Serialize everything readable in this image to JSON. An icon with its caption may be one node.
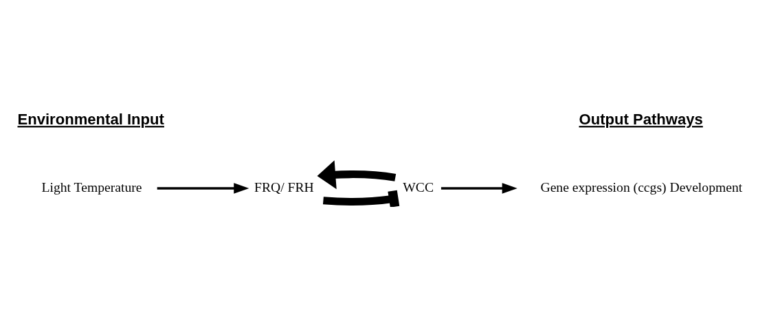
{
  "diagram": {
    "nodes": [
      {
        "text": [
          "Light Temperature"
        ]
      },
      {
        "text": [
          "FRQ/ FRH"
        ]
      },
      {
        "text": [
          "WCC"
        ]
      },
      {
        "text": [
          "Gene expression (ccgs) Development"
        ]
      }
    ],
    "edges": [
      {
        "from": 0,
        "to": 1,
        "arrow": "to"
      },
      {
        "from": 1,
        "to": 2,
        "arrow": "other",
        "style": "thick"
      },
      {
        "from": 2,
        "to": 1,
        "arrow": "to",
        "style": "thick"
      },
      {
        "from": 2,
        "to": 3,
        "arrow": "to"
      }
    ],
    "labels": [
      "Environmental Input",
      "Output Pathways"
    ]
  }
}
